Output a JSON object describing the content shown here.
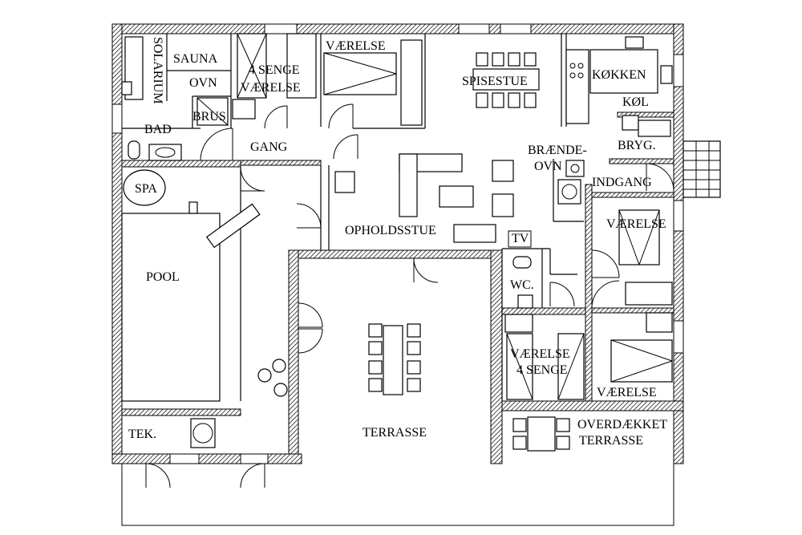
{
  "rooms": {
    "solarium": "SOLARIUM",
    "sauna": "SAUNA",
    "ovn": "OVN",
    "brus": "BRUS",
    "bad": "BAD",
    "sleep4_line1": "4 SENGE",
    "sleep4_line2": "VÆRELSE",
    "vaerelse_top": "VÆRELSE",
    "spisestue": "SPISESTUE",
    "koekken": "KØKKEN",
    "koel": "KØL",
    "bryg": "BRYG.",
    "braendeovn_line1": "BRÆNDE-",
    "braendeovn_line2": "OVN",
    "indgang": "INDGANG",
    "gang": "GANG",
    "spa": "SPA",
    "pool": "POOL",
    "opholdsstue": "OPHOLDSSTUE",
    "tv": "TV",
    "vaerelse_right": "VÆRELSE",
    "wc": "WC.",
    "vaerelse4_line1": "VÆRELSE",
    "vaerelse4_line2": "4 SENGE",
    "vaerelse_bottom": "VÆRELSE",
    "tek": "TEK.",
    "terrasse": "TERRASSE",
    "overdaekket_line1": "OVERDÆKKET",
    "overdaekket_line2": "TERRASSE"
  },
  "colors": {
    "line": "#000000",
    "background": "#ffffff",
    "wall_hatch": "#000000"
  }
}
